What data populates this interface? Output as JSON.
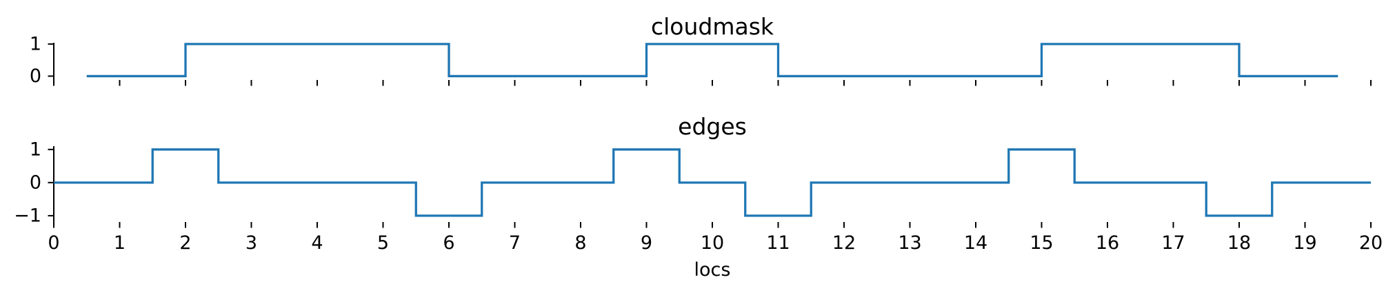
{
  "figure": {
    "background": "#ffffff",
    "axis_color": "#000000",
    "text_color": "#000000",
    "accent_color": "#1f77b4"
  },
  "chart_data": [
    {
      "id": "cloudmask",
      "type": "line",
      "step_style": "mid",
      "title": "cloudmask",
      "xlabel": "",
      "ylabel": "",
      "line_color": "#1f77b4",
      "grid": false,
      "legend": null,
      "xlim": [
        0,
        20
      ],
      "ylim": [
        -0.12,
        1.04
      ],
      "x": [
        0.5,
        1.5,
        2.5,
        3.5,
        4.5,
        5.5,
        6.5,
        7.5,
        8.5,
        9.5,
        10.5,
        11.5,
        12.5,
        13.5,
        14.5,
        15.5,
        16.5,
        17.5,
        18.5,
        19.5
      ],
      "values": [
        0,
        0,
        1,
        1,
        1,
        1,
        0,
        0,
        0,
        1,
        1,
        0,
        0,
        0,
        0,
        1,
        1,
        1,
        0,
        0
      ],
      "xticks": [
        0,
        1,
        2,
        3,
        4,
        5,
        6,
        7,
        8,
        9,
        10,
        11,
        12,
        13,
        14,
        15,
        16,
        17,
        18,
        19,
        20
      ],
      "xticklabels": [],
      "yticks": [
        1,
        0
      ],
      "yticklabels": [
        "1",
        "0"
      ]
    },
    {
      "id": "edges",
      "type": "line",
      "step_style": "mid",
      "title": "edges",
      "xlabel": "locs",
      "ylabel": "",
      "line_color": "#1f77b4",
      "grid": false,
      "legend": null,
      "xlim": [
        0,
        20
      ],
      "ylim": [
        -1.19,
        1.1
      ],
      "x": [
        0,
        1,
        2,
        3,
        4,
        5,
        6,
        7,
        8,
        9,
        10,
        11,
        12,
        13,
        14,
        15,
        16,
        17,
        18,
        19,
        20
      ],
      "values": [
        0,
        0,
        1,
        0,
        0,
        0,
        -1,
        0,
        0,
        1,
        0,
        -1,
        0,
        0,
        0,
        1,
        0,
        0,
        -1,
        0,
        0
      ],
      "xticks": [
        0,
        1,
        2,
        3,
        4,
        5,
        6,
        7,
        8,
        9,
        10,
        11,
        12,
        13,
        14,
        15,
        16,
        17,
        18,
        19,
        20
      ],
      "xticklabels": [
        "0",
        "1",
        "2",
        "3",
        "4",
        "5",
        "6",
        "7",
        "8",
        "9",
        "10",
        "11",
        "12",
        "13",
        "14",
        "15",
        "16",
        "17",
        "18",
        "19",
        "20"
      ],
      "yticks": [
        1,
        0,
        -1
      ],
      "yticklabels": [
        "1",
        "0",
        "−1"
      ]
    }
  ]
}
